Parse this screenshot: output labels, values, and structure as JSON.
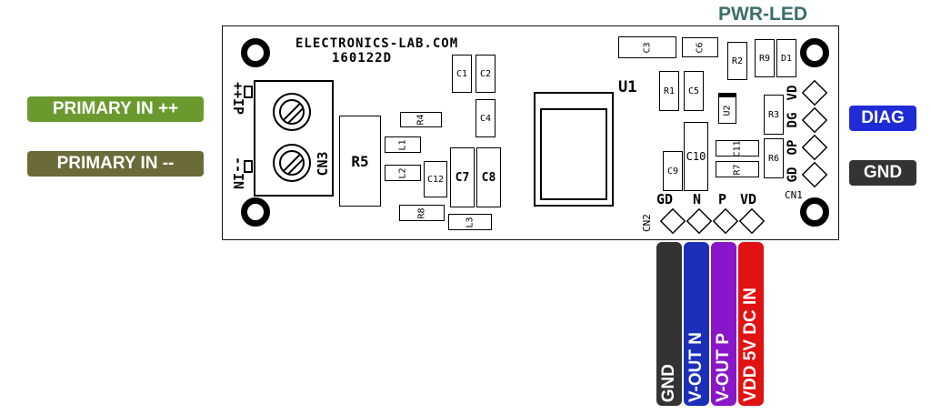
{
  "title": "PWR-LED",
  "board": {
    "brand": "ELECTRONICS-LAB.COM",
    "code": "160122D",
    "u1": "U1",
    "u2": "U2",
    "cn1": "CN1",
    "cn2": "CN2",
    "cn3": "CN3",
    "r5": "R5",
    "terminal_pins": {
      "ip": "++IP",
      "in": "--IN"
    },
    "cn1_pins": [
      "VD",
      "DG",
      "OP",
      "GD"
    ],
    "cn2_pins": [
      "GD",
      "N",
      "P",
      "VD"
    ],
    "components": {
      "c1": "C1",
      "c2": "C2",
      "c3": "C3",
      "c4": "C4",
      "c5": "C5",
      "c6": "C6",
      "c7": "C7",
      "c8": "C8",
      "c9": "C9",
      "c10": "C10",
      "c11": "C11",
      "c12": "C12",
      "r1": "R1",
      "r2": "R2",
      "r3": "R3",
      "r4": "R4",
      "r6": "R6",
      "r7": "R7",
      "r8": "R8",
      "r9": "R9",
      "l1": "L1",
      "l2": "L2",
      "l3": "L3",
      "d1": "D1"
    }
  },
  "left_labels": [
    {
      "text": "PRIMARY IN ++",
      "color": "#6a9a2e"
    },
    {
      "text": "PRIMARY IN --",
      "color": "#6b6b3a"
    }
  ],
  "right_labels": [
    {
      "text": "DIAG",
      "color": "#1f2bd6"
    },
    {
      "text": "GND",
      "color": "#333333"
    }
  ],
  "bottom_labels": [
    {
      "text": "GND",
      "color": "#333333"
    },
    {
      "text": "V-OUT N",
      "color": "#1c2fb8"
    },
    {
      "text": "V-OUT P",
      "color": "#8a16c9"
    },
    {
      "text": "VDD 5V DC IN",
      "color": "#e01212"
    }
  ],
  "colors": {
    "title": "#3b6e6e"
  }
}
